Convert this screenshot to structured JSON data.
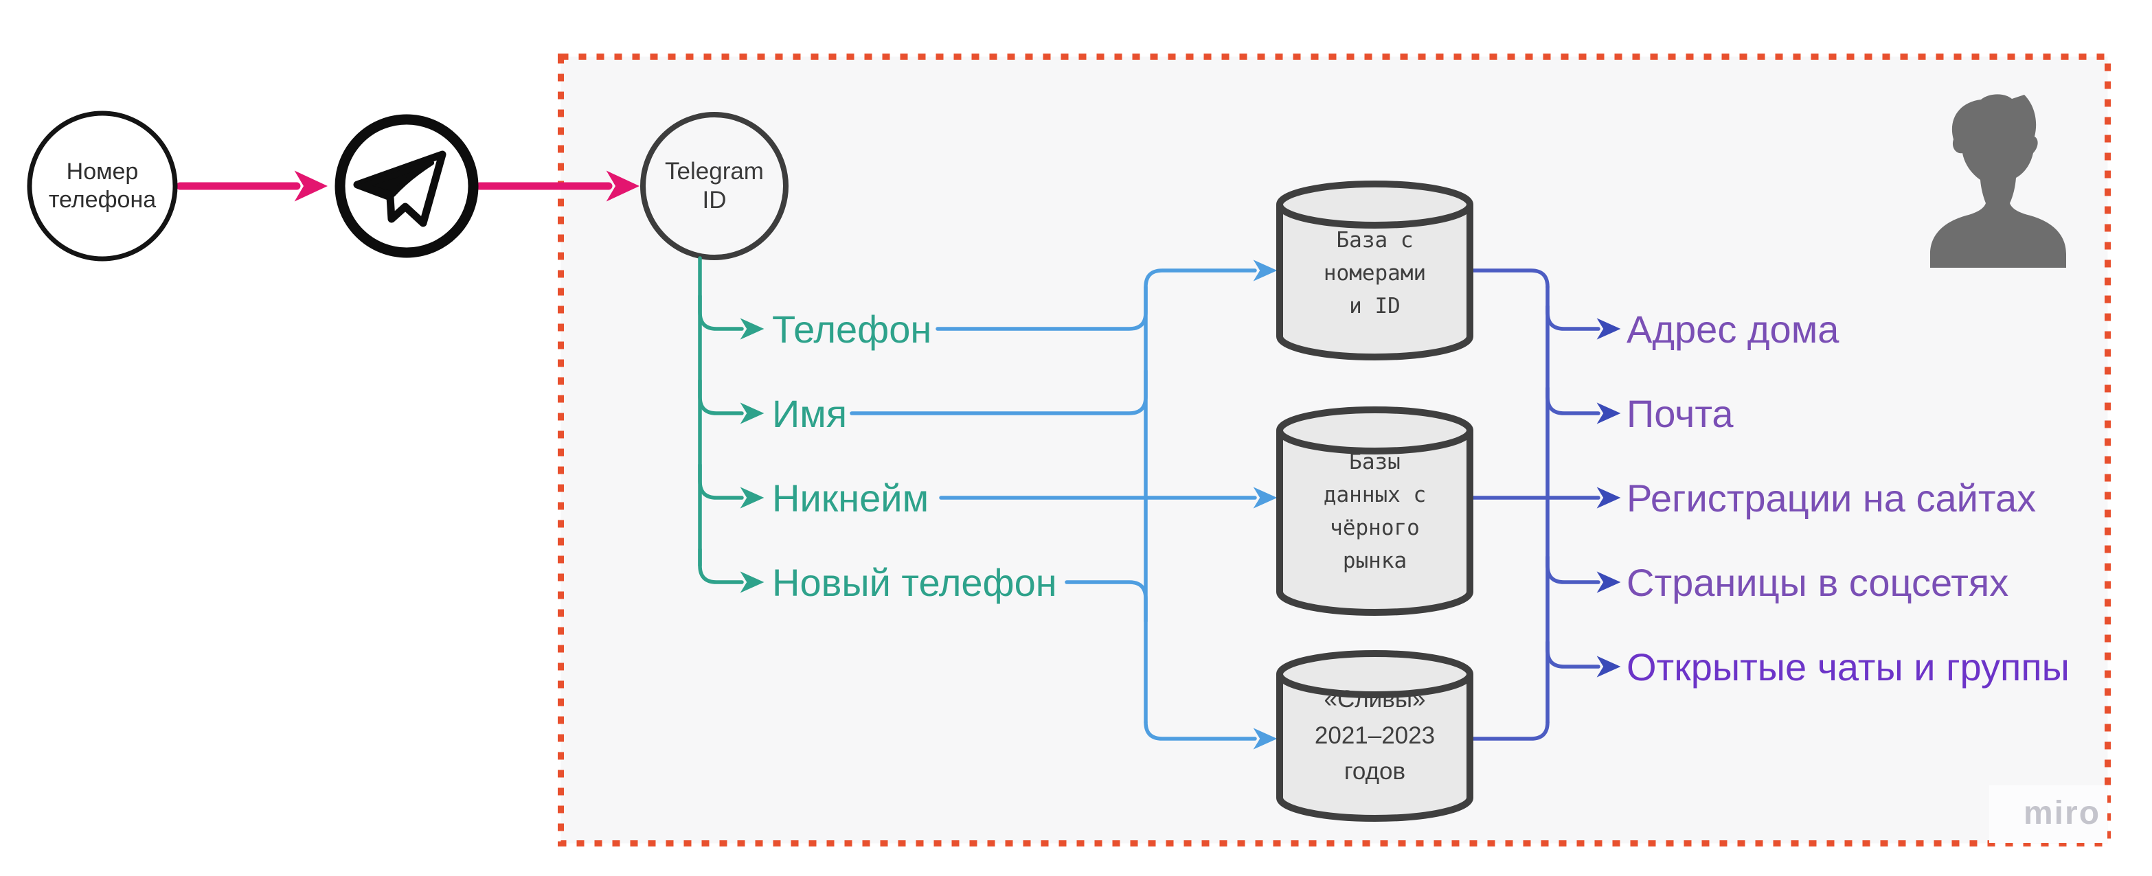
{
  "flow": {
    "source_node": {
      "label": "Номер\nтелефона"
    },
    "app_node": {
      "icon": "telegram-plane-icon"
    },
    "id_node": {
      "label": "Telegram\nID"
    },
    "extracted_fields": [
      {
        "label": "Телефон"
      },
      {
        "label": "Имя"
      },
      {
        "label": "Никнейм"
      },
      {
        "label": "Новый телефон"
      }
    ],
    "databases": [
      {
        "label": "База с\nномерами\nи ID"
      },
      {
        "label": "Базы\nданных с\nчёрного\nрынка"
      },
      {
        "label": "«Сливы»\n2021–2023\nгодов"
      }
    ],
    "findings": [
      {
        "label": "Адрес дома"
      },
      {
        "label": "Почта"
      },
      {
        "label": "Регистрации на сайтах"
      },
      {
        "label": "Страницы в соцсетях"
      },
      {
        "label": "Открытые чаты и группы"
      }
    ],
    "person_icon": "person-silhouette-icon",
    "watermark": "miro"
  },
  "colors": {
    "pink_arrow": "#e3156f",
    "teal": "#2ea28b",
    "light_blue": "#4f9ee0",
    "indigo": "#4c5cc2",
    "indigo_arrow": "#3a4ab8",
    "purple_text": "#7a4fb5",
    "purple_deep_text": "#6c34c8",
    "dotted_border": "#e8502e",
    "box_background": "#f7f7f8",
    "cylinder_fill": "#e9e9e9",
    "cylinder_stroke": "#3f3f3f",
    "black_stroke": "#141414",
    "person_gray": "#6e6e6e",
    "watermark_gray": "#c4c4cc"
  }
}
